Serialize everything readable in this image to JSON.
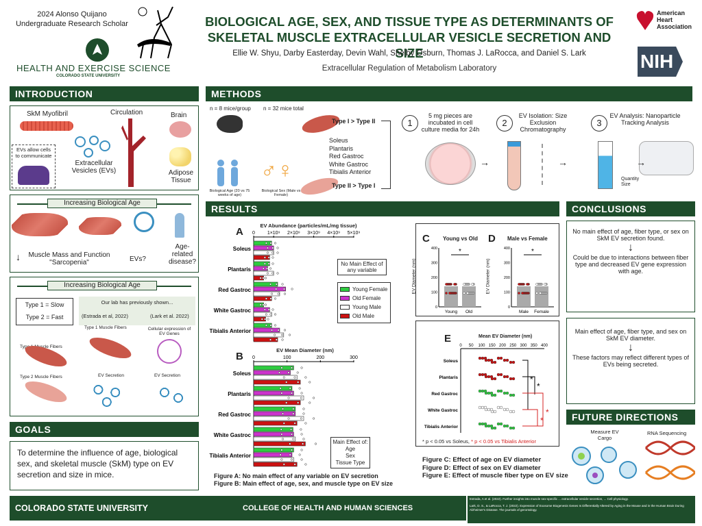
{
  "header": {
    "scholar_line1": "2024 Alonso Quijano",
    "scholar_line2": "Undergraduate Research Scholar",
    "dept": "HEALTH AND EXERCISE SCIENCE",
    "univ_small": "COLORADO STATE UNIVERSITY",
    "title_line1": "BIOLOGICAL AGE, SEX, AND TISSUE TYPE AS DETERMINANTS OF",
    "title_line2": "SKELETAL MUSCLE EXTRACELLULAR VESICLE SECRETION AND SIZE",
    "authors": "Ellie W. Shyu, Darby Easterday, Devin Wahl, Shelby Osburn, Thomas J. LaRocca, and Daniel S. Lark",
    "lab": "Extracellular Regulation of Metabolism Laboratory",
    "aha_1": "American",
    "aha_2": "Heart",
    "aha_3": "Association",
    "nih": "NIH"
  },
  "intro": {
    "heading": "INTRODUCTION",
    "myofibril": "SkM Myofibril",
    "circulation": "Circulation",
    "brain": "Brain",
    "evs_allow": "EVs allow cells to communicate",
    "ev_label": "Extracellular Vesicles (EVs)",
    "adipose": "Adipose Tissue",
    "inc_age": "Increasing Biological Age",
    "muscle_mass": "Muscle Mass and Function \"Sarcopenia\"",
    "evs_q": "EVs?",
    "age_disease": "Age-related disease?",
    "inc_age2": "Increasing Biological Age",
    "type1": "Type 1 = Slow",
    "type2": "Type 2 = Fast",
    "lab_prev": "Our lab has previously shown...",
    "estrada": "(Estrada et al, 2022)",
    "lark": "(Lark et al. 2022)",
    "t1_fibers": "Type 1 Muscle Fibers",
    "t1_fibers2": "Type 1 Muscle Fibers",
    "cell_expr": "Cellular expression of EV Genes",
    "t2_fibers": "Type 2 Muscle Fibers",
    "ev_secretion": "EV Secretion",
    "ev_secretion2": "EV Secretion"
  },
  "goals": {
    "heading": "GOALS",
    "text": "To determine the influence of age, biological sex, and skeletal muscle (SkM) type on EV secretion and size in mice."
  },
  "methods": {
    "heading": "METHODS",
    "n_group": "n = 8 mice/group",
    "n_total": "n = 32 mice total",
    "type12": "Type I > Type II",
    "muscles": [
      "Soleus",
      "Plantaris",
      "Red Gastroc",
      "White Gastroc",
      "Tibialis Anterior"
    ],
    "type21": "Type II > Type I",
    "bio_age": "Biological Age (20 vs 75 weeks of age)",
    "bio_sex": "Biological Sex (Male vs Female)",
    "step1_num": "1",
    "step1": "5 mg pieces are incubated in cell culture media for 24h",
    "step2_num": "2",
    "step2": "EV Isolation: Size Exclusion Chromatography",
    "step3_num": "3",
    "step3": "EV Analysis: Nanoparticle Tracking Analysis",
    "quantity": "Quantity",
    "size": "Size"
  },
  "results": {
    "heading": "RESULTS",
    "panelA": "A",
    "panelA_title": "EV Abundance (particles/mL/mg tissue)",
    "panelA_ticks": [
      "0",
      "1×10⁹",
      "2×10⁹",
      "3×10⁹",
      "4×10⁹",
      "5×10⁹"
    ],
    "panelA_note": "No Main Effect of any variable",
    "legend": [
      "Young Female",
      "Old Female",
      "Young Male",
      "Old Male"
    ],
    "panelB": "B",
    "panelB_title": "EV Mean Diameter (nm)",
    "panelB_ticks": [
      "0",
      "100",
      "200",
      "300"
    ],
    "panelB_note_1": "Main Effect of:",
    "panelB_note_2": "Age",
    "panelB_note_3": "Sex",
    "panelB_note_4": "Tissue Type",
    "fig_a": "Figure A: No main effect of any variable on EV secretion",
    "fig_b": "Figure B: Main effect of age, sex, and muscle type on EV size",
    "panelC": "C",
    "panelC_title": "Young vs Old",
    "panelC_cats": [
      "Young",
      "Old"
    ],
    "panelD": "D",
    "panelD_title": "Male vs Female",
    "panelD_cats": [
      "Male",
      "Female"
    ],
    "cd_ylabel": "EV Diameter (nm)",
    "cd_ticks": [
      "0",
      "100",
      "200",
      "300",
      "400"
    ],
    "star": "*",
    "panelE": "E",
    "panelE_title": "Mean EV Diameter (nm)",
    "panelE_ticks": [
      "0",
      "50",
      "100",
      "150",
      "200",
      "250",
      "300",
      "350",
      "400"
    ],
    "e_note1": "* p < 0.05 vs Soleus,",
    "e_note2": "* p < 0.05 vs Tibialis Anterior",
    "fig_c": "Figure C: Effect of age on EV diameter",
    "fig_d": "Figure D: Effect of sex on EV diameter",
    "fig_e": "Figure E: Effect of muscle fiber type on EV size"
  },
  "conclusions": {
    "heading": "CONCLUSIONS",
    "c1": "No main effect of age, fiber type, or sex on SkM EV secretion found.",
    "c2": "Could be due to interactions between fiber type and decreased EV gene expression with age.",
    "c3": "Main effect of age, fiber type, and sex on SkM EV diameter.",
    "c4": "These factors may reflect different types of EVs being secreted."
  },
  "future": {
    "heading": "FUTURE DIRECTIONS",
    "measure": "Measure EV Cargo",
    "rna": "RNA Sequencing"
  },
  "footer": {
    "left": "COLORADO STATE UNIVERSITY",
    "mid": "COLLEGE OF HEALTH AND HUMAN SCIENCES",
    "ref1": "Estrada, A et al. (2022). Further insights into muscle sex-specific ... extracellular vesicle secretion, ... Cell physiology.",
    "ref2": "Lark, D. S., & LaRocca, T. J. (2022). Expression of Exosome Biogenesis Genes Is Differentially Altered by Aging in the Mouse and in the Human Brain During Alzheimer's Disease. The journals of gerontology."
  },
  "colors": {
    "green": "#1e4d2b",
    "young_female": "#2ecc40",
    "old_female": "#cc33cc",
    "young_male": "#ffffff",
    "old_male": "#cc1111",
    "title": "#1e4d2b"
  },
  "chart_data": [
    {
      "type": "bar",
      "title": "EV Abundance (particles/mL/mg tissue)",
      "categories": [
        "Soleus",
        "Plantaris",
        "Red Gastroc",
        "White Gastroc",
        "Tibialis Anterior"
      ],
      "series": [
        {
          "name": "Young Female",
          "values": [
            900000000.0,
            800000000.0,
            1200000000.0,
            500000000.0,
            900000000.0
          ]
        },
        {
          "name": "Old Female",
          "values": [
            1000000000.0,
            700000000.0,
            1600000000.0,
            800000000.0,
            1300000000.0
          ]
        },
        {
          "name": "Young Male",
          "values": [
            1000000000.0,
            1000000000.0,
            1300000000.0,
            900000000.0,
            1500000000.0
          ]
        },
        {
          "name": "Old Male",
          "values": [
            800000000.0,
            500000000.0,
            900000000.0,
            600000000.0,
            1200000000.0
          ]
        }
      ],
      "xlim": [
        0,
        5000000000.0
      ]
    },
    {
      "type": "bar",
      "title": "EV Mean Diameter (nm)",
      "categories": [
        "Soleus",
        "Plantaris",
        "Red Gastroc",
        "White Gastroc",
        "Tibialis Anterior"
      ],
      "series": [
        {
          "name": "Young Female",
          "values": [
            120,
            115,
            125,
            118,
            120
          ]
        },
        {
          "name": "Old Female",
          "values": [
            110,
            120,
            125,
            120,
            115
          ]
        },
        {
          "name": "Young Male",
          "values": [
            130,
            150,
            150,
            125,
            120
          ]
        },
        {
          "name": "Old Male",
          "values": [
            140,
            140,
            130,
            155,
            130
          ]
        }
      ],
      "xlim": [
        0,
        300
      ]
    }
  ]
}
